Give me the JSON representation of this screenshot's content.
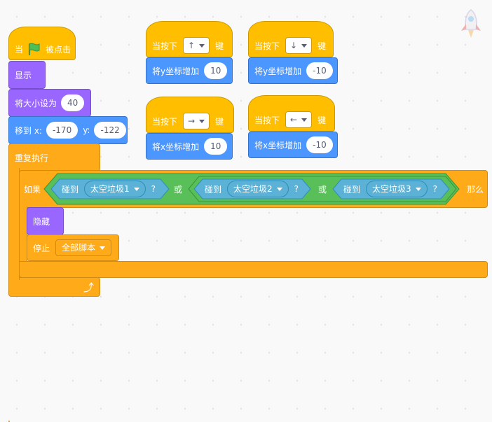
{
  "script_green_flag": {
    "when_prefix": "当",
    "clicked_suffix": "被点击",
    "show": "显示",
    "set_size_label": "将大小设为",
    "set_size_value": "40",
    "goto_label": "移到 x:",
    "goto_x": "-170",
    "goto_y_label": "y:",
    "goto_y": "-122",
    "forever": "重复执行",
    "if_label": "如果",
    "touching_1_label": "碰到",
    "touching_1_target": "太空垃圾1",
    "q1": "?",
    "or_1": "或",
    "touching_2_label": "碰到",
    "touching_2_target": "太空垃圾2",
    "q2": "?",
    "or_2": "或",
    "touching_3_label": "碰到",
    "touching_3_target": "太空垃圾3",
    "q3": "?",
    "then": "那么",
    "hide": "隐藏",
    "stop_label": "停止",
    "stop_option": "全部脚本",
    "loop_arrow": "⤴"
  },
  "key_scripts": [
    {
      "when": "当按下",
      "key": "↑",
      "key_suffix": "键",
      "action": "将y坐标增加",
      "value": "10"
    },
    {
      "when": "当按下",
      "key": "↓",
      "key_suffix": "键",
      "action": "将y坐标增加",
      "value": "-10"
    },
    {
      "when": "当按下",
      "key": "→",
      "key_suffix": "键",
      "action": "将x坐标增加",
      "value": "10"
    },
    {
      "when": "当按下",
      "key": "←",
      "key_suffix": "键",
      "action": "将x坐标增加",
      "value": "-10"
    }
  ],
  "colors": {
    "events": "#FFBF00",
    "motion": "#4C97FF",
    "looks": "#9966FF",
    "control": "#FFAB19",
    "sensing": "#5CB1D6",
    "operators": "#59C059"
  },
  "icons": {
    "flag": "green-flag-icon",
    "sprite": "rocket-sprite-icon"
  }
}
